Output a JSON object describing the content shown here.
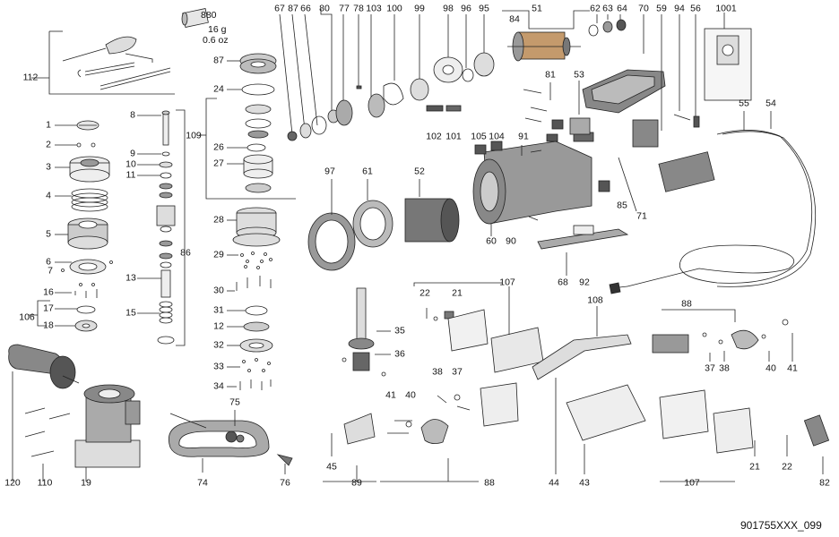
{
  "document_code": "901755XXX_099",
  "weight_note": {
    "grams": "16 g",
    "ounces": "0.6 oz"
  },
  "part_labels": {
    "p880": "880",
    "p112": "112",
    "p1": "1",
    "p2": "2",
    "p3": "3",
    "p4": "4",
    "p5": "5",
    "p6": "6",
    "p7": "7",
    "p16": "16",
    "p17": "17",
    "p106": "106",
    "p18": "18",
    "p8": "8",
    "p9": "9",
    "p10": "10",
    "p11": "11",
    "p86": "86",
    "p13": "13",
    "p15": "15",
    "p87a": "87",
    "p24": "24",
    "p109": "109",
    "p26": "26",
    "p27": "27",
    "p28": "28",
    "p29": "29",
    "p30": "30",
    "p31": "31",
    "p12": "12",
    "p32": "32",
    "p33": "33",
    "p34": "34",
    "p120": "120",
    "p110": "110",
    "p19": "19",
    "p75": "75",
    "p74": "74",
    "p76": "76",
    "p67": "67",
    "p87b": "87",
    "p66": "66",
    "p80": "80",
    "p77": "77",
    "p78": "78",
    "p103": "103",
    "p100": "100",
    "p99": "99",
    "p98": "98",
    "p96": "96",
    "p95": "95",
    "p51": "51",
    "p84": "84",
    "p62": "62",
    "p63": "63",
    "p64": "64",
    "p70": "70",
    "p59": "59",
    "p94": "94",
    "p1001": "1001",
    "p81": "81",
    "p53": "53",
    "p102": "102",
    "p101": "101",
    "p105": "105",
    "p104": "104",
    "p91": "91",
    "p97": "97",
    "p61": "61",
    "p52": "52",
    "p60": "60",
    "p90": "90",
    "p85": "85",
    "p71": "71",
    "p55": "55",
    "p54": "54",
    "p56": "56",
    "p68": "68",
    "p92": "92",
    "p22a": "22",
    "p21a": "21",
    "p107a": "107",
    "p35": "35",
    "p36": "36",
    "p108": "108",
    "p88a": "88",
    "p37a": "37",
    "p38a": "38",
    "p40a": "40",
    "p41a": "41",
    "p38b": "38",
    "p37b": "37",
    "p41b": "41",
    "p40b": "40",
    "p45": "45",
    "p89": "89",
    "p88b": "88",
    "p44": "44",
    "p43": "43",
    "p107b": "107",
    "p21b": "21",
    "p22b": "22",
    "p82": "82"
  }
}
